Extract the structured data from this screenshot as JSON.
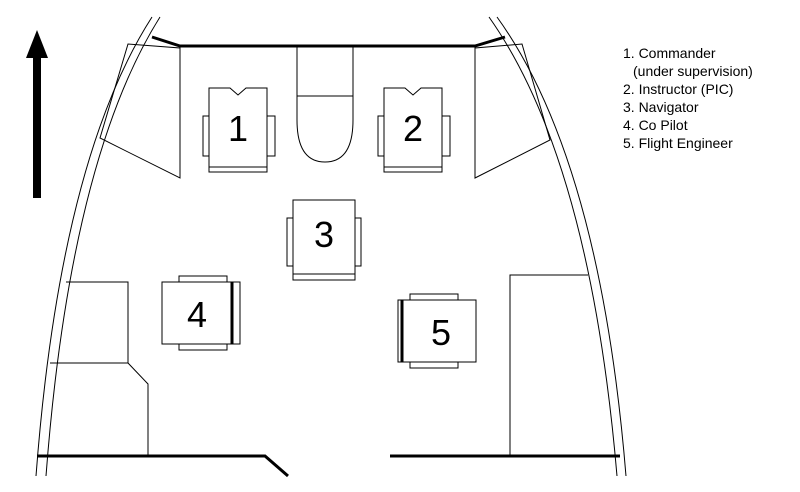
{
  "seats": [
    {
      "id": "1",
      "label": "1"
    },
    {
      "id": "2",
      "label": "2"
    },
    {
      "id": "3",
      "label": "3"
    },
    {
      "id": "4",
      "label": "4"
    },
    {
      "id": "5",
      "label": "5"
    }
  ],
  "legend": {
    "items": [
      {
        "label": "1. Commander"
      },
      {
        "label": "(under supervision)"
      },
      {
        "label": "2. Instructor (PIC)"
      },
      {
        "label": "3. Navigator"
      },
      {
        "label": "4. Co Pilot"
      },
      {
        "label": "5. Flight Engineer"
      }
    ]
  },
  "colors": {
    "line": "#000000",
    "background": "#ffffff"
  },
  "icons": {
    "direction": "forward-arrow-icon"
  }
}
